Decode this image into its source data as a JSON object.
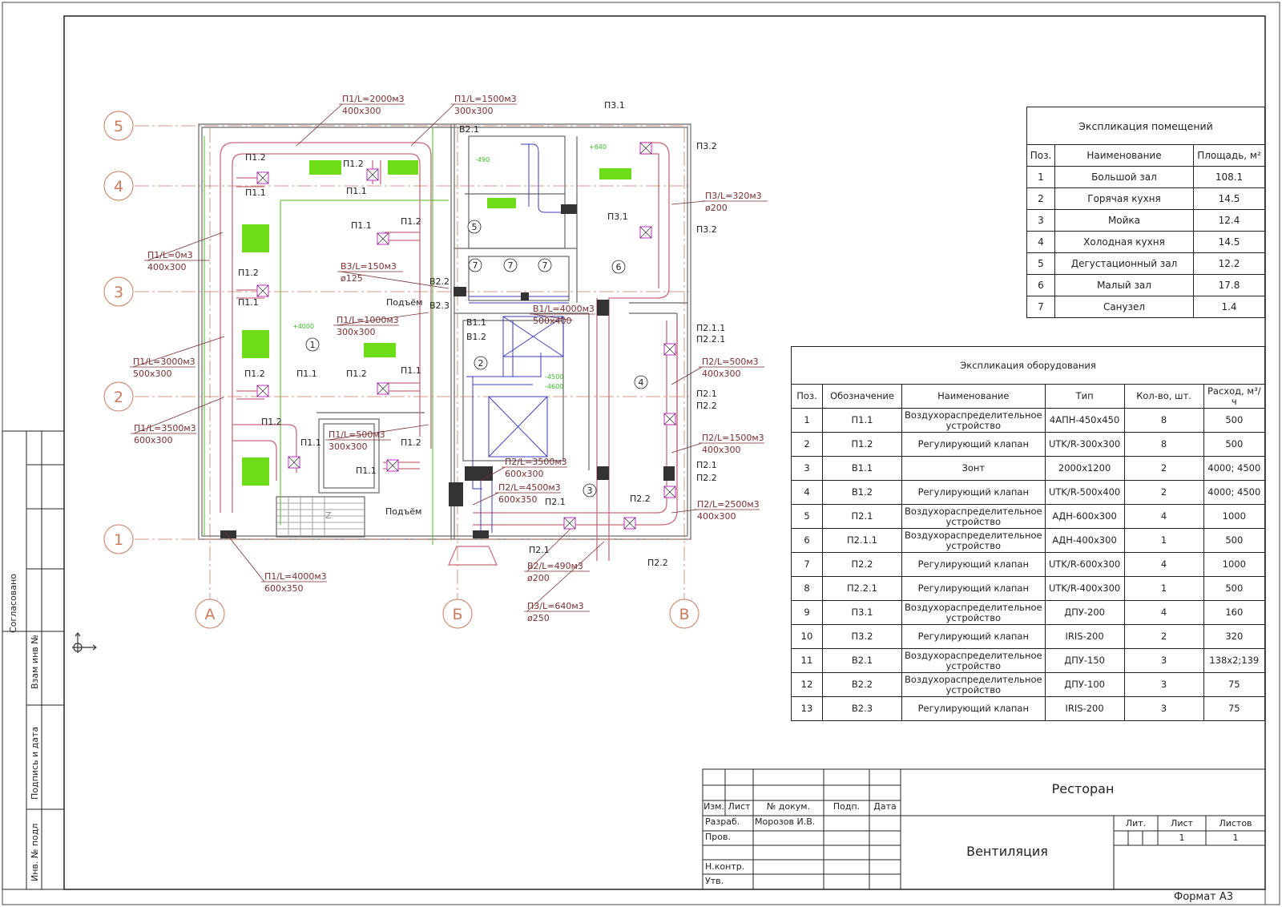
{
  "plan": {
    "axes_numbers": [
      "5",
      "4",
      "3",
      "2",
      "1"
    ],
    "axes_letters": [
      "А",
      "Б",
      "В"
    ],
    "room_numbers": [
      "1",
      "2",
      "3",
      "4",
      "5",
      "6",
      "7",
      "7",
      "7"
    ],
    "duct_labels": [
      {
        "l1": "П1/L=2000м3",
        "l2": "400x300"
      },
      {
        "l1": "П1/L=1500м3",
        "l2": "300x300"
      },
      {
        "l1": "П1/L=0м3",
        "l2": "400x300"
      },
      {
        "l1": "В3/L=150м3",
        "l2": "ø125"
      },
      {
        "l1": "П1/L=1000м3",
        "l2": "300x300"
      },
      {
        "l1": "П1/L=3000м3",
        "l2": "500x300"
      },
      {
        "l1": "П1/L=3500м3",
        "l2": "600x300"
      },
      {
        "l1": "П1/L=500м3",
        "l2": "300x300"
      },
      {
        "l1": "П1/L=4000м3",
        "l2": "600x350"
      },
      {
        "l1": "В1/L=4000м3",
        "l2": "500x400"
      },
      {
        "l1": "П2/L=3500м3",
        "l2": "600x300"
      },
      {
        "l1": "П2/L=4500м3",
        "l2": "600x350"
      },
      {
        "l1": "В2/L=490м3",
        "l2": "ø200"
      },
      {
        "l1": "П3/L=640м3",
        "l2": "ø250"
      },
      {
        "l1": "П3/L=320м3",
        "l2": "ø200"
      },
      {
        "l1": "П2/L=500м3",
        "l2": "400x300"
      },
      {
        "l1": "П2/L=1500м3",
        "l2": "400x300"
      },
      {
        "l1": "П2/L=2500м3",
        "l2": "400x300"
      }
    ],
    "tags": [
      "П1.2",
      "П1.1",
      "П1.2",
      "П1.1",
      "П1.1",
      "П1.2",
      "П1.2",
      "П1.1",
      "П1.2",
      "П1.1",
      "П1.1",
      "П1.2",
      "П1.2",
      "П1.1",
      "П1.2",
      "П1.1",
      "В2.1",
      "В2.2",
      "В2.3",
      "В1.1",
      "В1.2",
      "П3.1",
      "П3.2",
      "П3.1",
      "П3.2",
      "П2.1.1",
      "П2.2.1",
      "П2.1",
      "П2.2",
      "П2.1",
      "П2.2",
      "П2.1",
      "П2.2",
      "П2.1",
      "П2.2"
    ],
    "podem": [
      "Подъём",
      "Подъём"
    ],
    "small_marks": [
      "+4000",
      "-490",
      "+640",
      "-4500",
      "-4600"
    ],
    "section_mark": "Z"
  },
  "rooms_table": {
    "title": "Экспликация помещений",
    "headers": [
      "Поз.",
      "Наименование",
      "Площадь, м²"
    ],
    "rows": [
      [
        "1",
        "Большой зал",
        "108.1"
      ],
      [
        "2",
        "Горячая кухня",
        "14.5"
      ],
      [
        "3",
        "Мойка",
        "12.4"
      ],
      [
        "4",
        "Холодная кухня",
        "14.5"
      ],
      [
        "5",
        "Дегустационный зал",
        "12.2"
      ],
      [
        "6",
        "Малый зал",
        "17.8"
      ],
      [
        "7",
        "Санузел",
        "1.4"
      ]
    ]
  },
  "equipment_table": {
    "title": "Экспликация оборудования",
    "headers": [
      "Поз.",
      "Обозначение",
      "Наименование",
      "Тип",
      "Кол-во, шт.",
      "Расход, м³/ч"
    ],
    "rows": [
      [
        "1",
        "П1.1",
        "Воздухораспределительное устройство",
        "4АПН-450х450",
        "8",
        "500"
      ],
      [
        "2",
        "П1.2",
        "Регулирующий клапан",
        "UTK/R-300x300",
        "8",
        "500"
      ],
      [
        "3",
        "В1.1",
        "Зонт",
        "2000х1200",
        "2",
        "4000; 4500"
      ],
      [
        "4",
        "В1.2",
        "Регулирующий клапан",
        "UTK/R-500x400",
        "2",
        "4000; 4500"
      ],
      [
        "5",
        "П2.1",
        "Воздухораспределительное устройство",
        "АДН-600х300",
        "4",
        "1000"
      ],
      [
        "6",
        "П2.1.1",
        "Воздухораспределительное устройство",
        "АДН-400х300",
        "1",
        "500"
      ],
      [
        "7",
        "П2.2",
        "Регулирующий клапан",
        "UTK/R-600x300",
        "4",
        "1000"
      ],
      [
        "8",
        "П2.2.1",
        "Регулирующий клапан",
        "UTK/R-400x300",
        "1",
        "500"
      ],
      [
        "9",
        "П3.1",
        "Воздухораспределительное устройство",
        "ДПУ-200",
        "4",
        "160"
      ],
      [
        "10",
        "П3.2",
        "Регулирующий клапан",
        "IRIS-200",
        "2",
        "320"
      ],
      [
        "11",
        "В2.1",
        "Воздухораспределительное устройство",
        "ДПУ-150",
        "3",
        "138х2;139"
      ],
      [
        "12",
        "В2.2",
        "Воздухораспределительное устройство",
        "ДПУ-100",
        "3",
        "75"
      ],
      [
        "13",
        "В2.3",
        "Регулирующий клапан",
        "IRIS-200",
        "3",
        "75"
      ]
    ]
  },
  "title_block": {
    "col_headers": [
      "Изм.",
      "Лист",
      "№ докум.",
      "Подп.",
      "Дата"
    ],
    "roles": [
      "Разраб.",
      "Пров.",
      "",
      "Н.контр.",
      "Утв."
    ],
    "developer": "Морозов И.В.",
    "project": "Ресторан",
    "sheet_title": "Вентиляция",
    "stage_headers": [
      "Лит.",
      "Лист",
      "Листов"
    ],
    "sheet_num": "1",
    "sheet_total": "1"
  },
  "side_stamp": [
    "Согласовано",
    "Взам инв №",
    "Подпись и дата",
    "Инв. № подл"
  ],
  "format": "Формат А3",
  "colors": {
    "duct": "#c96a78",
    "axis": "#c97b5c",
    "leader": "#7a2f2f",
    "green": "#6fdc1a",
    "magenta": "#c22ec2",
    "hatch": "#222222",
    "blue": "#3d3dbd"
  }
}
